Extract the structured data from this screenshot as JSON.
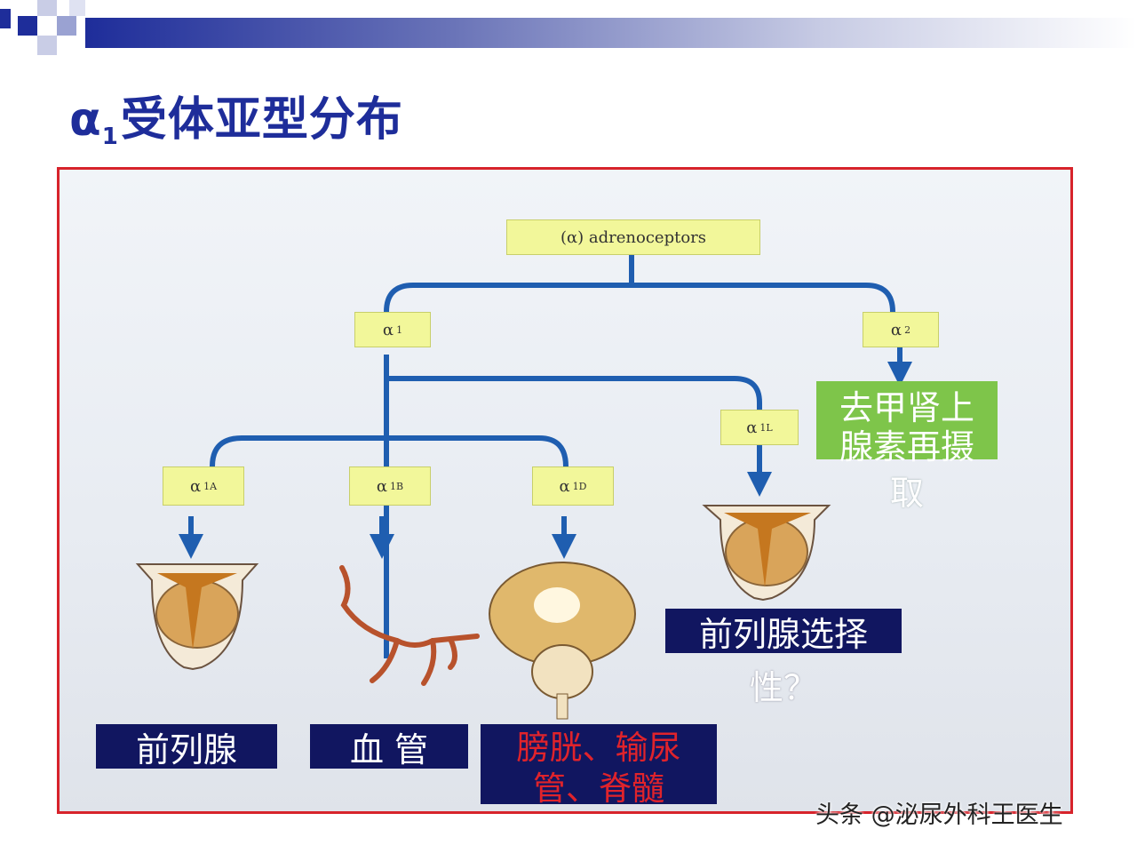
{
  "slide": {
    "title_alpha": "α",
    "title_sub": "1",
    "title_text": "受体亚型分布"
  },
  "diagram": {
    "root": "(α) adrenoceptors",
    "alpha1": {
      "sym": "α",
      "sub": "1"
    },
    "alpha2": {
      "sym": "α",
      "sub": "2"
    },
    "alpha1A": {
      "sym": "α",
      "sub": "1A"
    },
    "alpha1B": {
      "sym": "α",
      "sub": "1B"
    },
    "alpha1D": {
      "sym": "α",
      "sub": "1D"
    },
    "alpha1L": {
      "sym": "α",
      "sub": "1L"
    },
    "colors": {
      "box": "#f2f79a",
      "line": "#1f5eb0",
      "frame": "#d7232b",
      "navy": "#111660",
      "green": "#7ec54a"
    }
  },
  "labels": {
    "alpha2_target_line1": "去甲肾上",
    "alpha2_target_line2": "腺素再摄",
    "alpha2_target_line3": "取",
    "prostate": "前列腺",
    "vessel": "血 管",
    "bladder_line1": "膀胱、输尿",
    "bladder_line2": "管、脊髓",
    "selectivity_line1": "前列腺选择",
    "selectivity_line2": "性？"
  },
  "watermark": "头条 @泌尿外科王医生"
}
